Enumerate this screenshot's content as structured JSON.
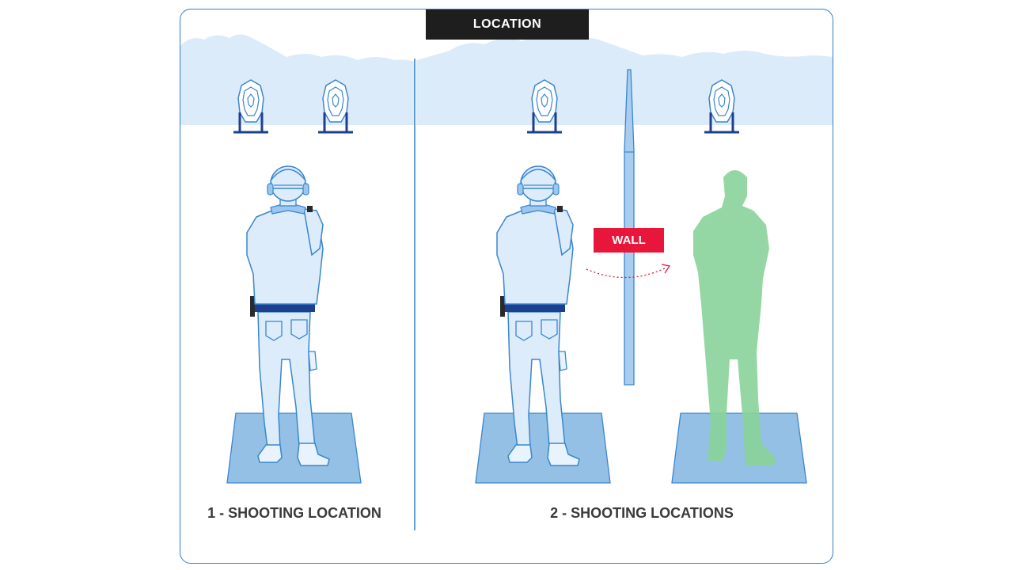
{
  "header": {
    "title": "LOCATION"
  },
  "panels": [
    {
      "caption": "1 - SHOOTING LOCATION",
      "shooters": 1
    },
    {
      "caption": "2 - SHOOTING LOCATIONS",
      "shooters": 2,
      "obstacle_label": "WALL"
    }
  ],
  "colors": {
    "frame_border": "#2f80c8",
    "sky": "#dcebfa",
    "target_stand": "#1d3f8f",
    "shooter_fill": "#dcecfb",
    "shooter_outline": "#3a86cf",
    "belt": "#1d3f8f",
    "mat": "#94c0e6",
    "ghost_shooter": "#88d39a",
    "wall_label_bg": "#e8163a",
    "title_bg": "#1e1e1e",
    "arrow": "#e8163a"
  }
}
